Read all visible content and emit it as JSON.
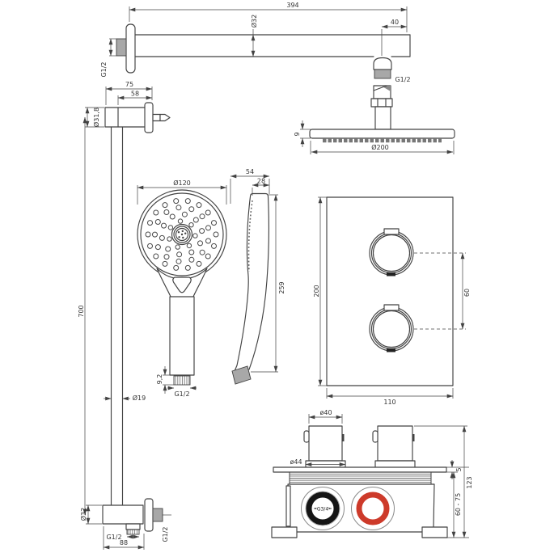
{
  "figures": {
    "arm": {
      "length": "394",
      "end": "40",
      "diameter": "Ø32",
      "wall_thread": "G1/2",
      "outlet_thread": "G1/2"
    },
    "head": {
      "diameter": "Ø200",
      "thickness": "9"
    },
    "rail": {
      "reach": "75",
      "body": "58",
      "bracket_diameter": "Ø31,8",
      "length": "700",
      "tube_diameter": "Ø19",
      "elbow_diameter": "Ø32",
      "elbow_outlet_thread": "G1/2",
      "elbow_wall_thread": "G1/2",
      "elbow_width": "88"
    },
    "hand_front": {
      "diameter": "Ø120",
      "thread_length": "9,2",
      "thread": "G1/2"
    },
    "hand_side": {
      "depth": "54",
      "head_thickness": "28",
      "length": "259"
    },
    "trim": {
      "height": "200",
      "width": "110",
      "spacing": "60"
    },
    "body": {
      "knob_diameter": "ø40",
      "base_diameter": "ø44",
      "port_thread": "G3/4",
      "plate_thickness": "5",
      "install_depth": "60 - 75",
      "total_depth": "123"
    }
  },
  "colors": {
    "line": "#424242",
    "thread_fill": "#a8a8a8",
    "port_black": "#151515",
    "port_red": "#cd3a2a",
    "background": "#ffffff"
  }
}
